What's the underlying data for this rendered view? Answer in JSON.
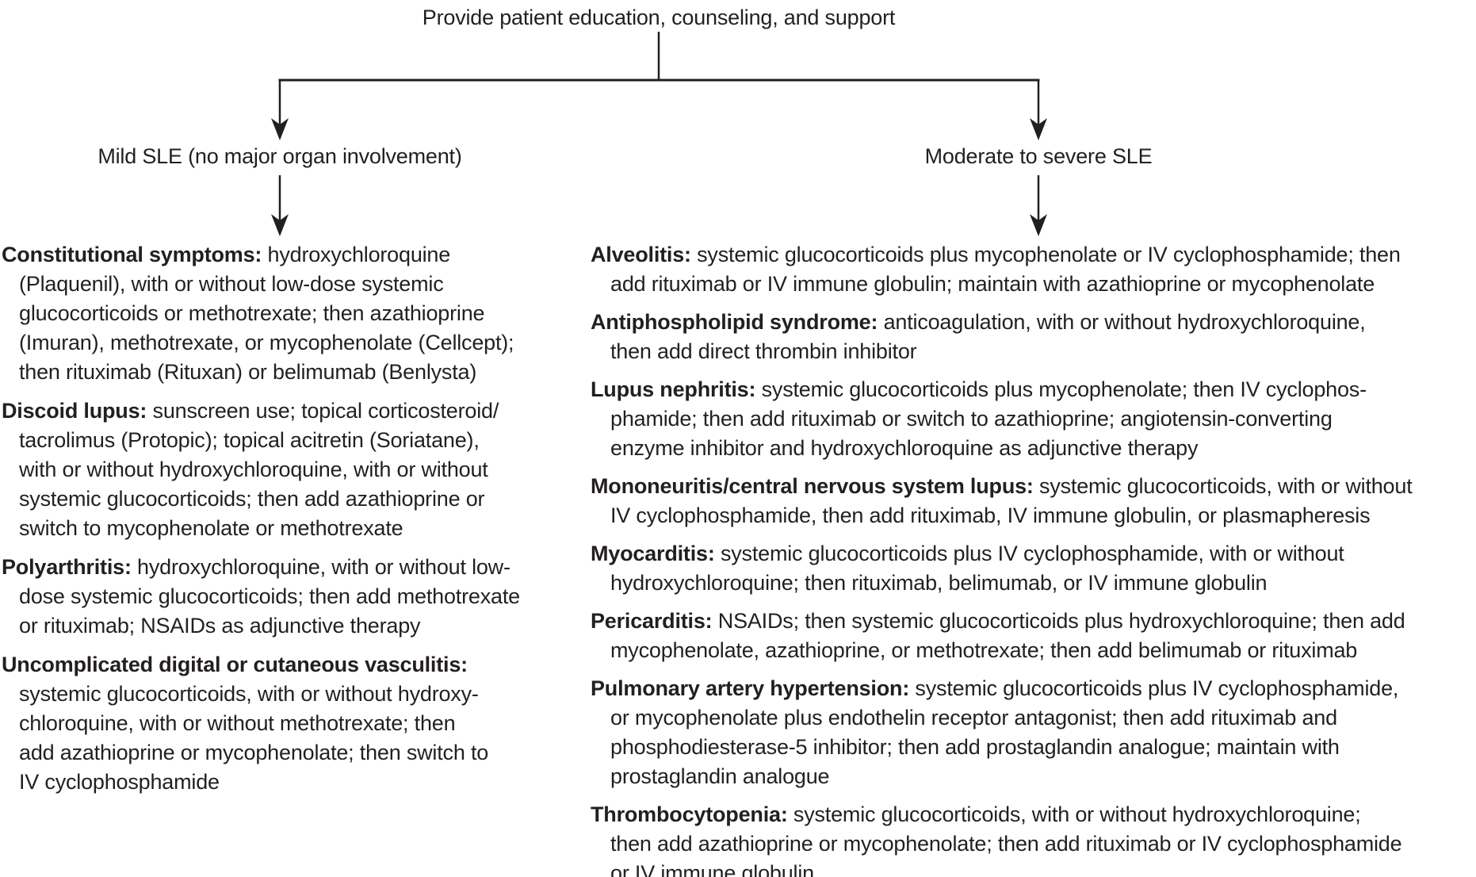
{
  "title": "Provide patient education, counseling, and support",
  "branches": {
    "left_label": "Mild SLE (no major organ involvement)",
    "right_label": "Moderate to severe SLE"
  },
  "mild_treatments": [
    {
      "condition": "Constitutional symptoms:",
      "lines": [
        " hydroxychloroquine",
        "(Plaquenil), with or without low-dose systemic",
        "glucocorticoids or methotrexate; then azathioprine",
        "(Imuran), methotrexate, or mycophenolate (Cellcept);",
        "then rituximab (Rituxan) or belimumab (Benlysta)"
      ]
    },
    {
      "condition": "Discoid lupus:",
      "lines": [
        " sunscreen use; topical corticosteroid/",
        "tacrolimus (Protopic); topical acitretin (Soriatane),",
        "with or without hydroxychloroquine, with or without",
        "systemic glucocorticoids; then add azathioprine or",
        "switch to mycophenolate or methotrexate"
      ]
    },
    {
      "condition": "Polyarthritis:",
      "lines": [
        " hydroxychloroquine, with or without low-",
        "dose systemic glucocorticoids; then add methotrexate",
        "or rituximab; NSAIDs as adjunctive therapy"
      ]
    },
    {
      "condition": "Uncomplicated digital or cutaneous vasculitis:",
      "lines": [
        "",
        "systemic glucocorticoids, with or without hydroxy-",
        "chloroquine, with or without methotrexate; then",
        "add azathioprine or mycophenolate; then switch to",
        "IV cyclophosphamide"
      ]
    }
  ],
  "moderate_severe_treatments": [
    {
      "condition": "Alveolitis:",
      "lines": [
        " systemic glucocorticoids plus mycophenolate or IV cyclophosphamide; then",
        "add rituximab or IV immune globulin; maintain with azathioprine or mycophenolate"
      ]
    },
    {
      "condition": "Antiphospholipid syndrome:",
      "lines": [
        " anticoagulation, with or without hydroxychloroquine,",
        "then add direct thrombin inhibitor"
      ]
    },
    {
      "condition": "Lupus nephritis:",
      "lines": [
        " systemic glucocorticoids plus mycophenolate; then IV cyclophos-",
        "phamide; then add rituximab or switch to azathioprine; angiotensin-converting",
        "enzyme inhibitor and hydroxychloroquine as adjunctive therapy"
      ]
    },
    {
      "condition": "Mononeuritis/central nervous system lupus:",
      "lines": [
        " systemic glucocorticoids, with or without",
        "IV cyclophosphamide, then add rituximab, IV immune globulin, or plasmapheresis"
      ]
    },
    {
      "condition": "Myocarditis:",
      "lines": [
        " systemic glucocorticoids plus IV cyclophosphamide, with or without",
        "hydroxychloroquine; then rituximab, belimumab, or IV immune globulin"
      ]
    },
    {
      "condition": "Pericarditis:",
      "lines": [
        " NSAIDs; then systemic glucocorticoids plus hydroxychloroquine; then add",
        "mycophenolate, azathioprine, or methotrexate; then add belimumab or rituximab"
      ]
    },
    {
      "condition": "Pulmonary artery hypertension:",
      "lines": [
        " systemic glucocorticoids plus IV cyclophosphamide,",
        "or mycophenolate plus endothelin receptor antagonist; then add rituximab and",
        "phosphodiesterase-5 inhibitor; then add prostaglandin analogue; maintain with",
        "prostaglandin analogue"
      ]
    },
    {
      "condition": "Thrombocytopenia:",
      "lines": [
        " systemic glucocorticoids, with or without hydroxychloroquine;",
        "then add azathioprine or mycophenolate; then add rituximab or IV cyclophosphamide",
        "or IV immune globulin"
      ]
    }
  ],
  "colors": {
    "ink": "#231f20",
    "background": "#ffffff"
  }
}
